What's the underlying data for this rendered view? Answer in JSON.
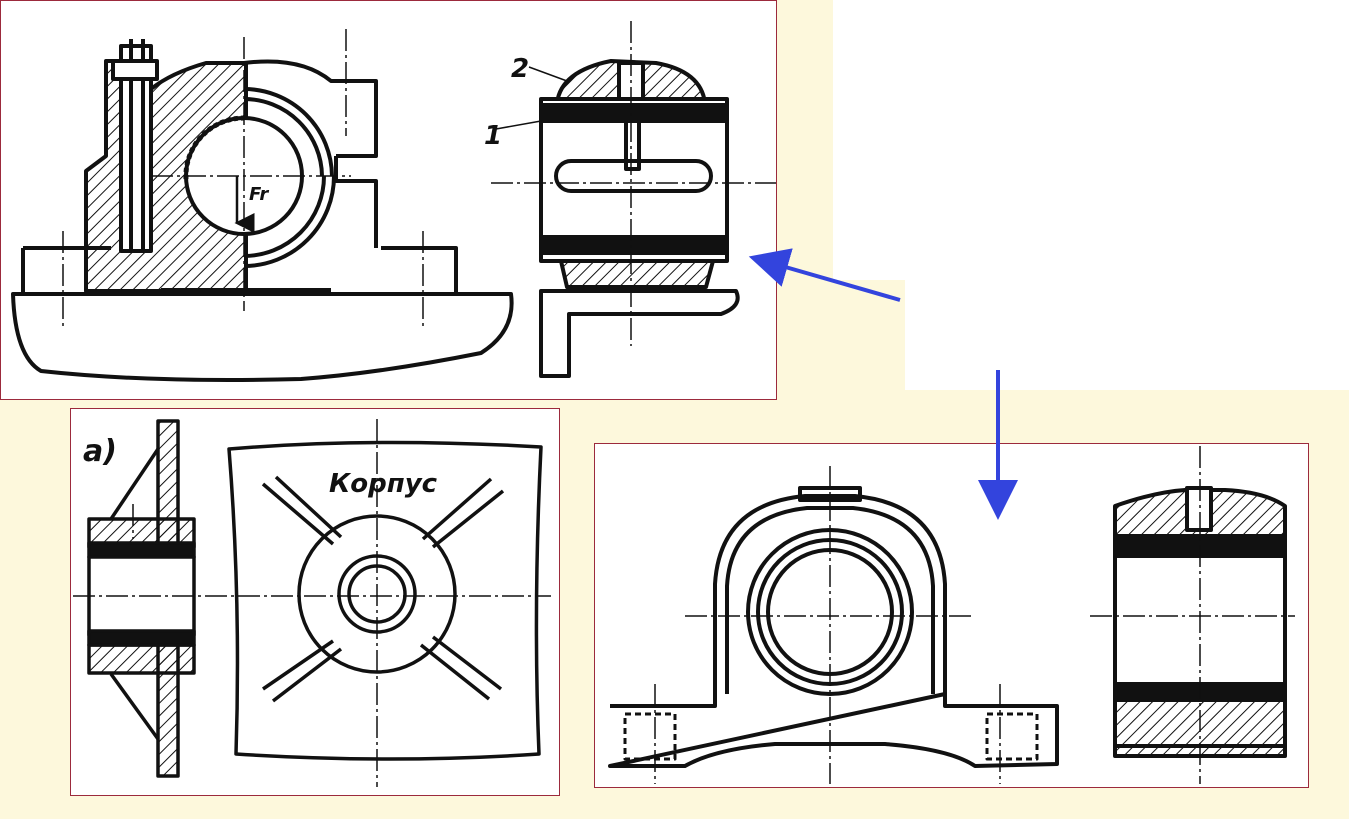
{
  "labels": {
    "part_1": "1",
    "part_2": "2",
    "force": "Fr",
    "variant_a": "a)",
    "housing": "Корпус"
  },
  "colors": {
    "background": "#fdf8dc",
    "panel_border": "#9c2a3c",
    "arrow": "#3344dd",
    "ink": "#111111"
  },
  "icons": [
    "arrow-left-icon",
    "arrow-down-icon"
  ]
}
